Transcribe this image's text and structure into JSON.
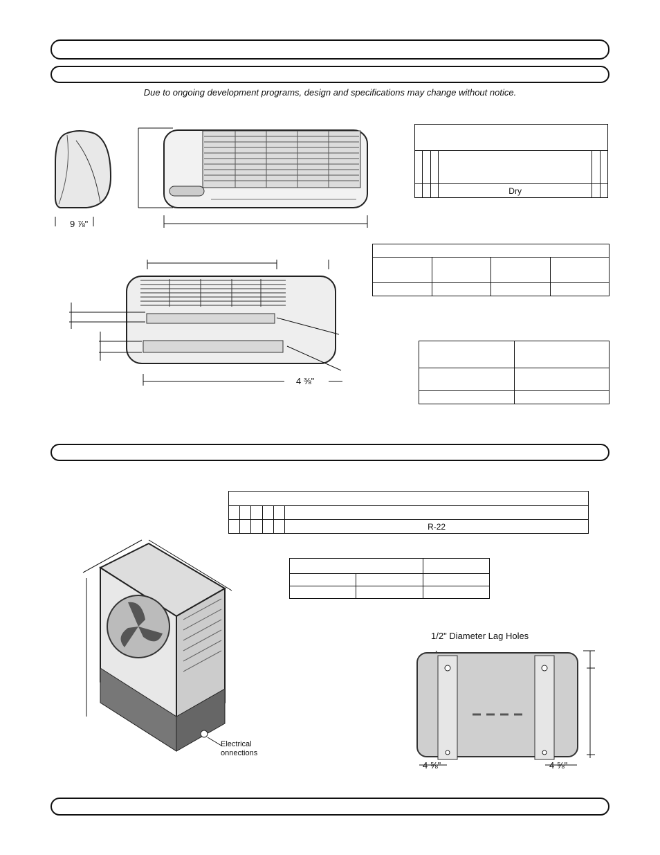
{
  "notice": "Due to ongoing development programs, design and specifications may change without notice.",
  "indoor_top": {
    "depth_dim": "9 ⅞\"",
    "spec_table": {
      "cells": [
        "",
        "",
        "",
        "Dry",
        "",
        ""
      ]
    }
  },
  "indoor_back": {
    "right_dim": "4 ⅜\""
  },
  "outdoor": {
    "spec_table": {
      "refrigerant": "R-22"
    },
    "electrical_label": "Electrical\nonnections",
    "lag_holes_label": "1/2\" Diameter Lag Holes",
    "left_dim": "4 ⅝\"",
    "right_dim": "4 ⅝\""
  }
}
